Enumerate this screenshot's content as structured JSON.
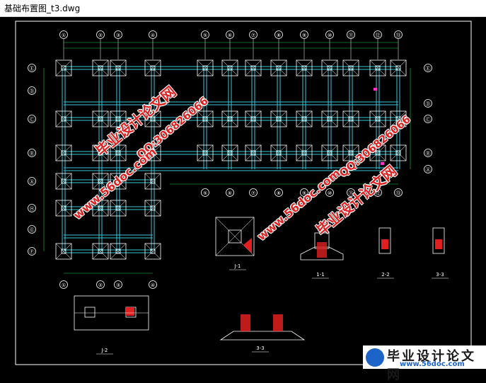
{
  "window": {
    "title": "基础布置图_t3.dwg"
  },
  "colors": {
    "background": "#000000",
    "line_white": "#ffffff",
    "line_cyan": "#39c6d6",
    "line_green": "#22cc44",
    "accent_red": "#d22222",
    "accent_magenta": "#ff33cc",
    "hatch_red": "#e02020"
  },
  "plan": {
    "top_axes": [
      "①",
      "②",
      "③",
      "④",
      "⑤",
      "⑥",
      "⑦",
      "⑧",
      "⑨",
      "⑩",
      "⑪",
      "⑫",
      "⑬"
    ],
    "right_axes": [
      "Ⓔ",
      "Ⓓ",
      "Ⓒ",
      "Ⓑ",
      "Ⓐ"
    ],
    "left_axes": [
      "Ⓔ",
      "Ⓓ",
      "Ⓒ",
      "Ⓑ",
      "Ⓐ",
      "Ⓗ",
      "Ⓖ",
      "Ⓕ"
    ],
    "bottom_axes_right": [
      "⑤",
      "⑥",
      "⑦",
      "⑧",
      "⑨",
      "⑩",
      "⑪",
      "⑫",
      "⑬"
    ],
    "bottom_axes_left": [
      "①",
      "②",
      "③",
      "④"
    ]
  },
  "details": {
    "labels": [
      "J-1",
      "1-1",
      "2-2",
      "3-3",
      "J-2",
      "3-3"
    ]
  },
  "watermarks": {
    "site_cn": "毕业设计论文网",
    "url": "www.56doc.com",
    "qq": "QQ:306826066"
  },
  "logo": {
    "text": "毕业设计论文网",
    "url": "www.56doc.com"
  }
}
